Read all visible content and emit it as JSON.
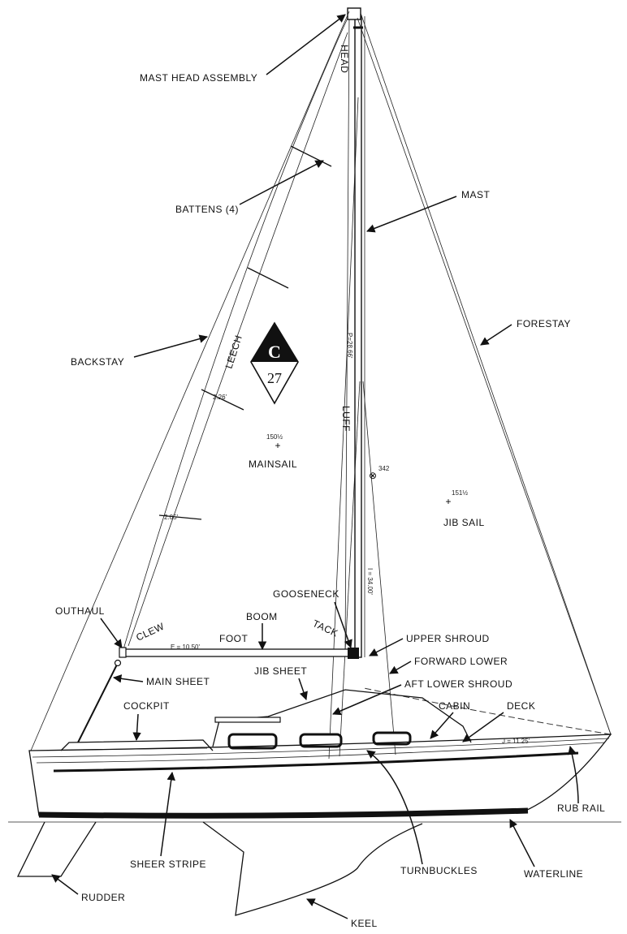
{
  "logo": {
    "letter": "C",
    "number": "27"
  },
  "labels": {
    "mast_head_assembly": "MAST HEAD ASSEMBLY",
    "head": "HEAD",
    "battens": "BATTENS (4)",
    "mast": "MAST",
    "backstay": "BACKSTAY",
    "leech": "LEECH",
    "forestay": "FORESTAY",
    "luff": "LUFF",
    "mainsail": "MAINSAIL",
    "jib_sail": "JIB SAIL",
    "outhaul": "OUTHAUL",
    "clew": "CLEW",
    "gooseneck": "GOOSENECK",
    "boom": "BOOM",
    "foot": "FOOT",
    "tack": "TACK",
    "upper_shroud": "UPPER SHROUD",
    "forward_lower": "FORWARD LOWER",
    "main_sheet": "MAIN SHEET",
    "jib_sheet": "JIB SHEET",
    "aft_lower_shroud": "AFT LOWER SHROUD",
    "cockpit": "COCKPIT",
    "cabin": "CABIN",
    "deck": "DECK",
    "rub_rail": "RUB RAIL",
    "sheer_stripe": "SHEER STRIPE",
    "turnbuckles": "TURNBUCKLES",
    "waterline": "WATERLINE",
    "rudder": "RUDDER",
    "keel": "KEEL"
  },
  "dimensions": {
    "p_luff": "P=28.66'",
    "i_height": "I = 34.00'",
    "e_foot": "E = 10.50'",
    "j_base": "J = 11.25'",
    "batten_upper": "2.26'",
    "batten_lower": "2.05'",
    "main_area": "150½",
    "jib_area": "151½",
    "ce_mark": "342"
  }
}
